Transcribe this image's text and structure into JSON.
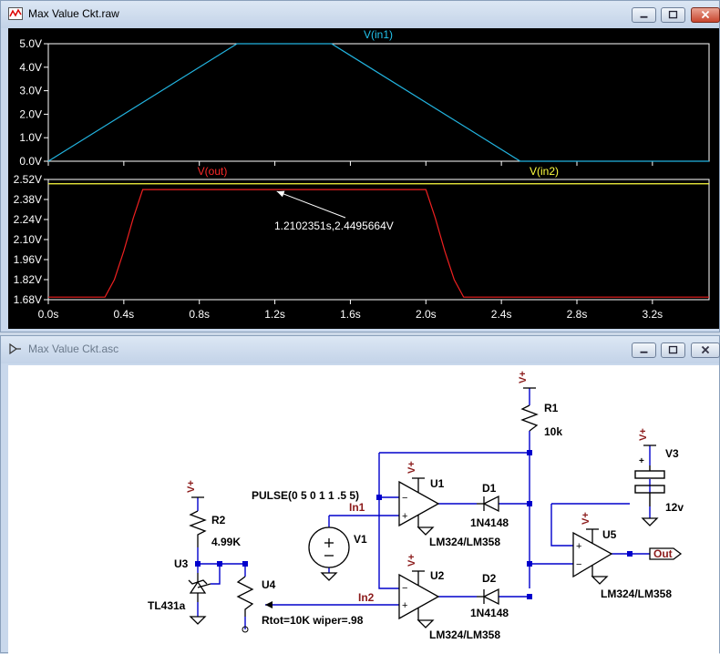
{
  "waveform_window": {
    "title": "Max Value Ckt.raw",
    "pane_top": {
      "trace_label": "V(in1)",
      "y_ticks": [
        "5.0V",
        "4.0V",
        "3.0V",
        "2.0V",
        "1.0V",
        "0.0V"
      ],
      "y_values": [
        5,
        4,
        3,
        2,
        1,
        0
      ]
    },
    "pane_bottom": {
      "trace_label_out": "V(out)",
      "trace_label_in2": "V(in2)",
      "y_ticks": [
        "2.52V",
        "2.38V",
        "2.24V",
        "2.10V",
        "1.96V",
        "1.82V",
        "1.68V"
      ],
      "y_values": [
        2.52,
        2.38,
        2.24,
        2.1,
        1.96,
        1.82,
        1.68
      ],
      "cursor_readout": "1.2102351s,2.4495664V"
    },
    "x_ticks": [
      "0.0s",
      "0.4s",
      "0.8s",
      "1.2s",
      "1.6s",
      "2.0s",
      "2.4s",
      "2.8s",
      "3.2s"
    ],
    "x_values": [
      0,
      0.4,
      0.8,
      1.2,
      1.6,
      2.0,
      2.4,
      2.8,
      3.2
    ],
    "colors": {
      "in1": "#00aadd",
      "out": "#ff2020",
      "in2": "#ffff40",
      "axis": "#ffffff",
      "grid": "#666666"
    }
  },
  "chart_data": {
    "type": "line",
    "xlim": [
      0,
      3.5
    ],
    "panes": [
      {
        "ylim": [
          0,
          5
        ],
        "series": [
          {
            "name": "V(in1)",
            "x": [
              0,
              1.0,
              1.5,
              2.5,
              3.5
            ],
            "y": [
              0,
              5,
              5,
              0,
              0
            ]
          }
        ]
      },
      {
        "ylim": [
          1.68,
          2.52
        ],
        "series": [
          {
            "name": "V(out)",
            "x": [
              0,
              0.3,
              0.35,
              0.4,
              0.45,
              0.5,
              2.0,
              2.05,
              2.1,
              2.15,
              2.2,
              3.5
            ],
            "y": [
              1.698,
              1.698,
              1.82,
              2.02,
              2.25,
              2.449,
              2.449,
              2.25,
              2.02,
              1.82,
              1.698,
              1.698
            ]
          },
          {
            "name": "V(in2)",
            "x": [
              0,
              3.5
            ],
            "y": [
              2.49,
              2.49
            ]
          }
        ]
      }
    ],
    "cursor": {
      "x": 1.2102351,
      "y": 2.4495664
    }
  },
  "schematic_window": {
    "title": "Max Value Ckt.asc",
    "labels": {
      "vplus": "V+",
      "r1": "R1",
      "r1_val": "10k",
      "v3": "V3",
      "v3_val": "12v",
      "r2": "R2",
      "r2_val": "4.99K",
      "u3": "U3",
      "u3_val": "TL431a",
      "u4": "U4",
      "u4_val": "Rtot=10K wiper=.98",
      "v1": "V1",
      "v1_val": "PULSE(0 5 0 1 1 .5 5)",
      "u1": "U1",
      "u2": "U2",
      "u5": "U5",
      "opamp_model": "LM324/LM358",
      "d1": "D1",
      "d2": "D2",
      "diode_model": "1N4148",
      "in1": "In1",
      "in2": "In2",
      "out": "Out",
      "plus": "+",
      "minus": "−"
    }
  }
}
